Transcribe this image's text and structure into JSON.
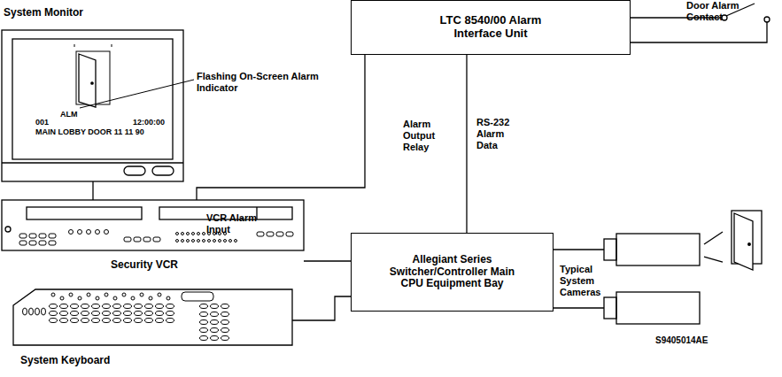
{
  "diagram": {
    "nodes": [
      {
        "text": [
          "System Monitor",
          "ALM",
          "001",
          "12:00:00",
          "MAIN LOBBY DOOR 11 11 90"
        ]
      },
      {
        "text": [
          "LTC 8540/00 Alarm Interface Unit"
        ]
      },
      {
        "text": [
          "Security VCR"
        ]
      },
      {
        "text": [
          "Allegiant Series Switcher/Controller Main CPU Equipment Bay"
        ]
      },
      {
        "text": [
          "System Keyboard"
        ]
      }
    ],
    "edges": [
      {
        "from": 0,
        "to": 2,
        "arrow": "none"
      },
      {
        "from": 1,
        "to": 2,
        "label": "Alarm Output Relay",
        "arrow": "none"
      },
      {
        "from": 1,
        "to": 3,
        "label": "RS-232 Alarm Data",
        "arrow": "none"
      },
      {
        "from": 2,
        "to": 3,
        "arrow": "none"
      },
      {
        "from": 4,
        "to": 3,
        "arrow": "none"
      }
    ],
    "labels": [
      "Flashing On-Screen Alarm Indicator",
      "VCR Alarm Input",
      "Door Alarm Contact",
      "Typical System Cameras",
      "S9405014AE"
    ]
  }
}
